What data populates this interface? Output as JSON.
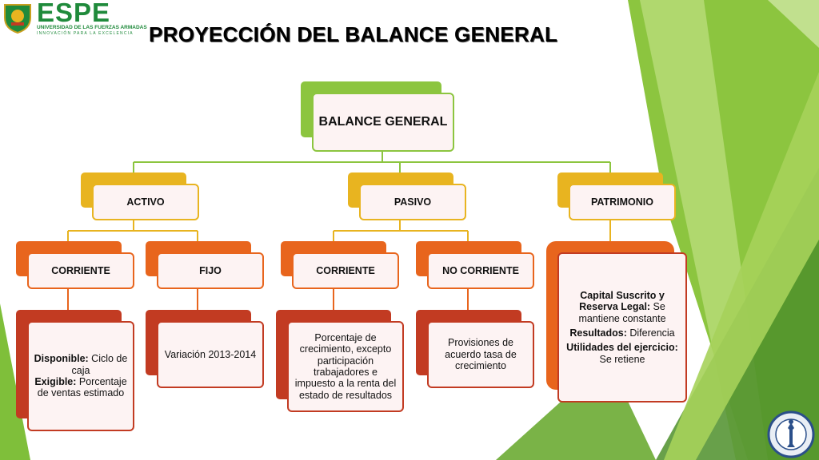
{
  "logo": {
    "name": "ESPE",
    "line1": "UNIVERSIDAD DE LAS FUERZAS ARMADAS",
    "line2": "INNOVACIÓN PARA LA EXCELENCIA"
  },
  "title": "PROYECCIÓN DEL BALANCE GENERAL",
  "root": {
    "label": "BALANCE GENERAL"
  },
  "level1": {
    "activo": "ACTIVO",
    "pasivo": "PASIVO",
    "patrimonio": "PATRIMONIO"
  },
  "level2": {
    "activo_corriente": "CORRIENTE",
    "activo_fijo": "FIJO",
    "pasivo_corriente": "CORRIENTE",
    "pasivo_no_corriente": "NO CORRIENTE"
  },
  "details": {
    "activo_corriente": {
      "disponible_label": "Disponible:",
      "disponible_text": " Ciclo de caja",
      "exigible_label": "Exigible:",
      "exigible_text": " Porcentaje de ventas estimado"
    },
    "activo_fijo": {
      "text": "Variación 2013-2014"
    },
    "pasivo_corriente": {
      "text": "Porcentaje de crecimiento, excepto participación trabajadores e impuesto a la renta del estado de resultados"
    },
    "pasivo_no_corriente": {
      "text": "Provisiones de acuerdo tasa de crecimiento"
    },
    "patrimonio": {
      "capital_label": "Capital Suscrito y Reserva Legal:",
      "capital_text": " Se mantiene constante",
      "resultados_label": "Resultados:",
      "resultados_text": " Diferencia",
      "utilidades_label": "Utilidades del ejercicio:",
      "utilidades_text": " Se retiene"
    }
  },
  "colors": {
    "green": "#8cc53f",
    "yellow": "#e8b420",
    "orange": "#e8651d",
    "red": "#c23b22"
  }
}
